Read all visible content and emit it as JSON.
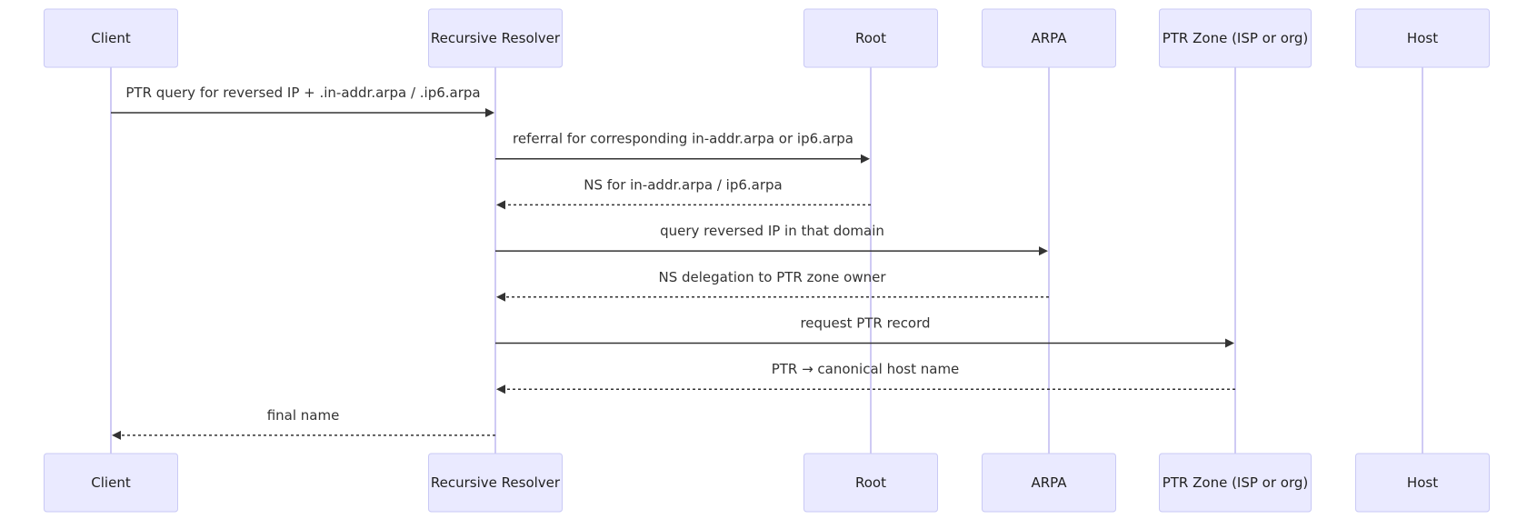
{
  "participants": [
    {
      "id": "client",
      "label": "Client"
    },
    {
      "id": "resolver",
      "label": "Recursive Resolver"
    },
    {
      "id": "root",
      "label": "Root"
    },
    {
      "id": "arpa",
      "label": "ARPA"
    },
    {
      "id": "ptrzone",
      "label": "PTR Zone (ISP or org)"
    },
    {
      "id": "host",
      "label": "Host"
    }
  ],
  "messages": [
    {
      "from": "client",
      "to": "resolver",
      "label": "PTR query for reversed IP + .in-addr.arpa / .ip6.arpa",
      "style": "solid"
    },
    {
      "from": "resolver",
      "to": "root",
      "label": "referral for corresponding in-addr.arpa or ip6.arpa",
      "style": "solid"
    },
    {
      "from": "root",
      "to": "resolver",
      "label": "NS for in-addr.arpa / ip6.arpa",
      "style": "dotted"
    },
    {
      "from": "resolver",
      "to": "arpa",
      "label": "query reversed IP in that domain",
      "style": "solid"
    },
    {
      "from": "arpa",
      "to": "resolver",
      "label": "NS delegation to PTR zone owner",
      "style": "dotted"
    },
    {
      "from": "resolver",
      "to": "ptrzone",
      "label": "request PTR record",
      "style": "solid"
    },
    {
      "from": "ptrzone",
      "to": "resolver",
      "label": "PTR → canonical host name",
      "style": "dotted"
    },
    {
      "from": "resolver",
      "to": "client",
      "label": "final name",
      "style": "dotted"
    }
  ]
}
